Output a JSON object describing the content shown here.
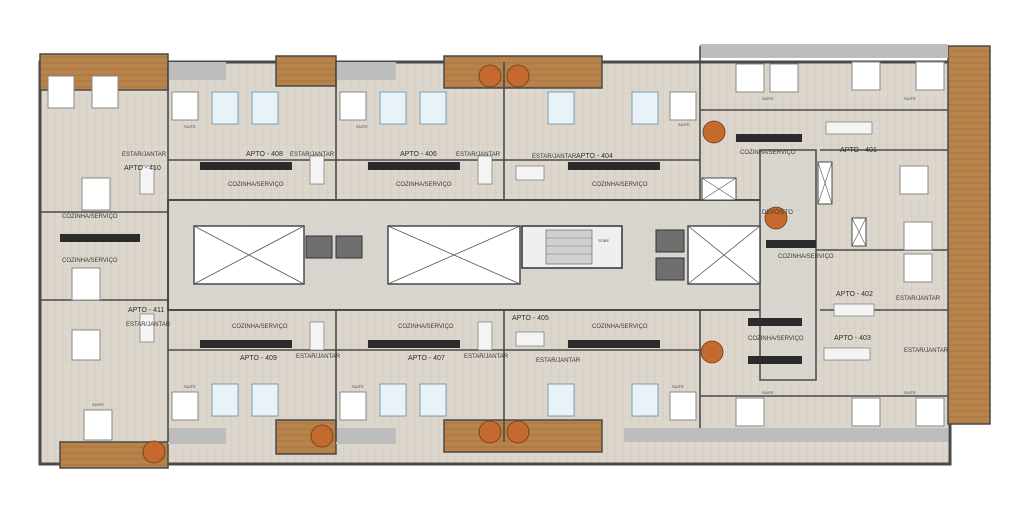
{
  "plan": {
    "units": [
      {
        "id": "408",
        "label": "APTO - 408"
      },
      {
        "id": "406",
        "label": "APTO - 406"
      },
      {
        "id": "404",
        "label": "APTO - 404"
      },
      {
        "id": "401",
        "label": "APTO - 401"
      },
      {
        "id": "410",
        "label": "APTO - 410"
      },
      {
        "id": "411",
        "label": "APTO - 411"
      },
      {
        "id": "409",
        "label": "APTO - 409"
      },
      {
        "id": "407",
        "label": "APTO - 407"
      },
      {
        "id": "405",
        "label": "APTO - 405"
      },
      {
        "id": "402",
        "label": "APTO - 402"
      },
      {
        "id": "403",
        "label": "APTO - 403"
      }
    ],
    "room_labels": {
      "kitchen": "COZINHA/SERVIÇO",
      "living": "ESTAR/JANTAR",
      "suite": "SUITE",
      "storage": "DEPÓSITO",
      "stairs": "SOBE"
    }
  },
  "colors": {
    "wall": "#4a4a4a",
    "floor": "#dcd6cc",
    "corridor": "#d6d2cb",
    "wood": "#b7834a",
    "void": "#ffffff",
    "counter": "#2b2b2b",
    "bed": "#8d8a86",
    "stair": "#c46a2e"
  }
}
